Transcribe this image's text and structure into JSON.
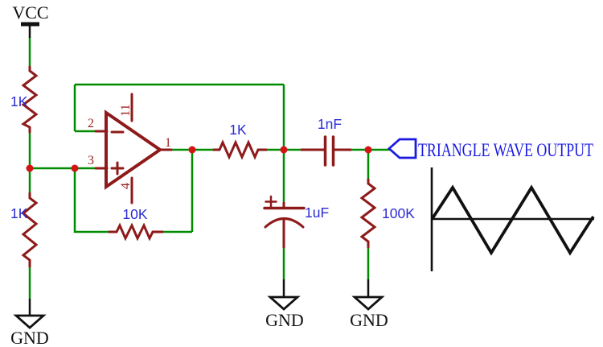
{
  "colors": {
    "wire": "#008c00",
    "component": "#8e1a1a",
    "junction": "#d21414",
    "value_label": "#2b2bd4",
    "pin_label": "#9b2222",
    "ink": "#111111",
    "port": "#1a1ae0",
    "background": "#ffffff"
  },
  "labels": {
    "vcc": "VCC",
    "gnd": "GND"
  },
  "components": {
    "r_divider_top": "1K",
    "r_divider_bottom": "1K",
    "r_feedback": "10K",
    "r_series": "1K",
    "r_load": "100K",
    "c_coupling": "1nF",
    "c_integrator": "1uF"
  },
  "opamp": {
    "pin_output": "1",
    "pin_inverting": "2",
    "pin_noninverting": "3",
    "pin_vneg": "4",
    "pin_vpos": "11"
  },
  "port": {
    "label": "TRIANGLE WAVE OUTPUT"
  },
  "waveform_sketch": {
    "shape": "triangle-wave",
    "cycles_shown": 2.5
  }
}
